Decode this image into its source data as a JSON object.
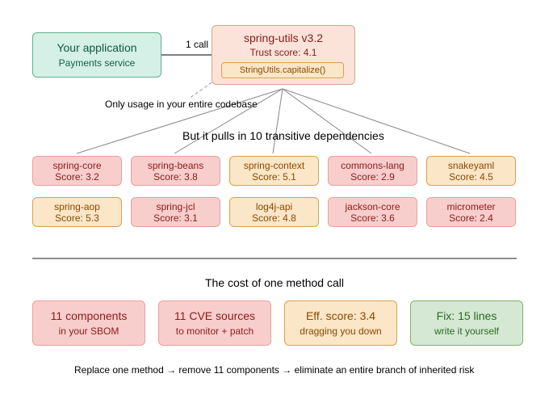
{
  "application": {
    "name": "Your application",
    "subtitle": "Payments service"
  },
  "call_label": "1 call",
  "library": {
    "name": "spring-utils v3.2",
    "trust_score": "Trust score: 4.1",
    "method": "StringUtils.capitalize()"
  },
  "usage_note": "Only usage in your entire codebase",
  "transitive_heading": "But it pulls in 10 transitive dependencies",
  "dependencies": [
    {
      "name": "spring-core",
      "score": "Score: 3.2",
      "color": "#f8cecc"
    },
    {
      "name": "spring-beans",
      "score": "Score: 3.8",
      "color": "#f8cecc"
    },
    {
      "name": "spring-context",
      "score": "Score: 5.1",
      "color": "#fbe6c8"
    },
    {
      "name": "commons-lang",
      "score": "Score: 2.9",
      "color": "#f8cecc"
    },
    {
      "name": "snakeyaml",
      "score": "Score: 4.5",
      "color": "#fbe6c8"
    },
    {
      "name": "spring-aop",
      "score": "Score: 5.3",
      "color": "#fbe6c8"
    },
    {
      "name": "spring-jcl",
      "score": "Score: 3.1",
      "color": "#f8cecc"
    },
    {
      "name": "log4j-api",
      "score": "Score: 4.8",
      "color": "#fbe6c8"
    },
    {
      "name": "jackson-core",
      "score": "Score: 3.6",
      "color": "#f8cecc"
    },
    {
      "name": "micrometer",
      "score": "Score: 2.4",
      "color": "#f8cecc"
    }
  ],
  "cost_heading": "The cost of one method call",
  "costs": [
    {
      "title": "11 components",
      "subtitle": "in your SBOM",
      "color": "#f8cecc"
    },
    {
      "title": "11 CVE sources",
      "subtitle": "to monitor + patch",
      "color": "#f8cecc"
    },
    {
      "title": "Eff. score: 3.4",
      "subtitle": "dragging you down",
      "color": "#fbe6c8"
    },
    {
      "title": "Fix: 15 lines",
      "subtitle": "write it yourself",
      "color": "#d5e8d4"
    }
  ],
  "footer": "Replace one method → remove 11 components → eliminate an entire branch of inherited risk"
}
